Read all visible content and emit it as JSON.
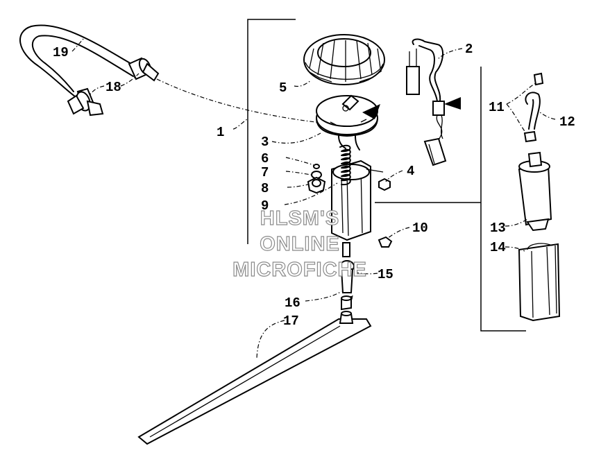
{
  "callouts": [
    "1",
    "2",
    "3",
    "4",
    "5",
    "6",
    "7",
    "8",
    "9",
    "10",
    "11",
    "12",
    "13",
    "14",
    "15",
    "16",
    "17",
    "18",
    "19"
  ],
  "watermark": {
    "line1": "HLSM'S",
    "line2": "ONLINE",
    "line3": "MICROFICHE"
  }
}
